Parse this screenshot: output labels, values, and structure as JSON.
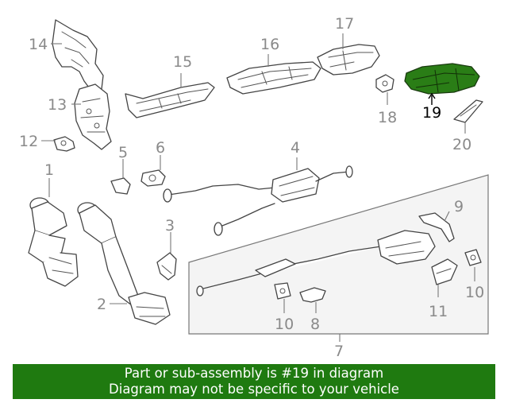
{
  "diagram": {
    "highlight_part": "19",
    "highlight_color": "#2a7d16",
    "callouts": {
      "c1": "1",
      "c2": "2",
      "c3": "3",
      "c4": "4",
      "c5": "5",
      "c6": "6",
      "c7": "7",
      "c8": "8",
      "c9": "9",
      "c10a": "10",
      "c10b": "10",
      "c11": "11",
      "c12": "12",
      "c13": "13",
      "c14": "14",
      "c15": "15",
      "c16": "16",
      "c17": "17",
      "c18": "18",
      "c19": "19",
      "c20": "20"
    }
  },
  "banner": {
    "line1": "Part or sub-assembly is #19 in diagram",
    "line2": "Diagram may not be specific to your vehicle",
    "background": "#1f7a10"
  }
}
